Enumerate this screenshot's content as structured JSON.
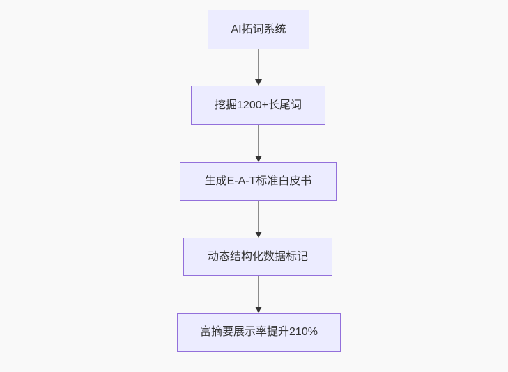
{
  "diagram": {
    "type": "flowchart",
    "direction": "top-down",
    "nodes": [
      {
        "label": "AI拓词系统"
      },
      {
        "label": "挖掘1200+长尾词"
      },
      {
        "label": "生成E-A-T标准白皮书"
      },
      {
        "label": "动态结构化数据标记"
      },
      {
        "label": "富摘要展示率提升210%"
      }
    ],
    "edges": [
      {
        "from": 0,
        "to": 1
      },
      {
        "from": 1,
        "to": 2
      },
      {
        "from": 2,
        "to": 3
      },
      {
        "from": 3,
        "to": 4
      }
    ],
    "colors": {
      "background": "#f9f9f9",
      "node_fill": "#ececff",
      "node_border": "#9370db",
      "edge_line": "#8c8c8c",
      "arrowhead": "#333333",
      "text": "#333333"
    }
  }
}
